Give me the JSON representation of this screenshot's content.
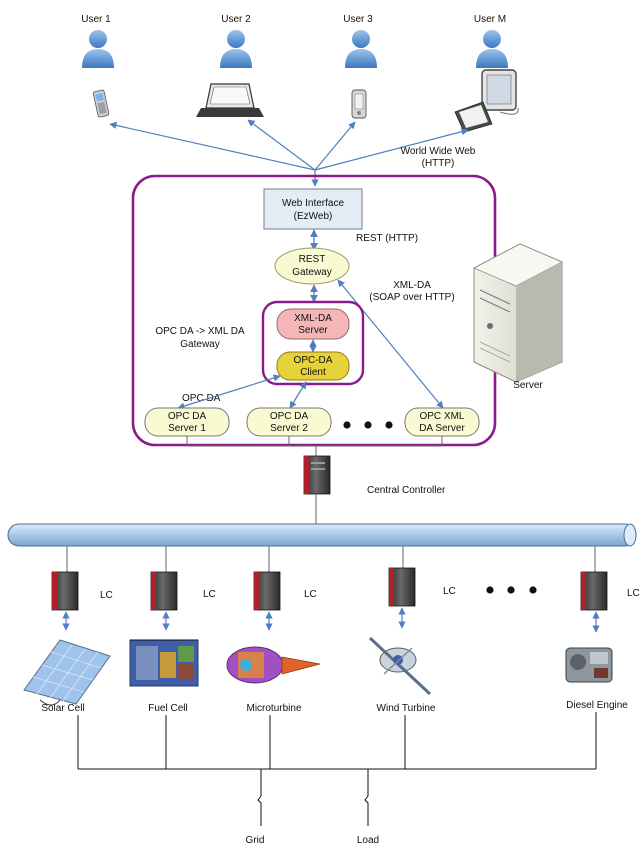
{
  "users": [
    {
      "label": "User 1",
      "device": "mobile-phone-icon"
    },
    {
      "label": "User 2",
      "device": "laptop-icon"
    },
    {
      "label": "User 3",
      "device": "pda-icon"
    },
    {
      "label": "User M",
      "device": "desktop-monitor-icon"
    }
  ],
  "www": {
    "line1": "World Wide Web",
    "line2": "(HTTP)"
  },
  "web_interface": {
    "line1": "Web Interface",
    "line2": "(EzWeb)"
  },
  "rest_http": "REST (HTTP)",
  "rest_gateway": {
    "line1": "REST",
    "line2": "Gateway"
  },
  "xml_da_link": {
    "line1": "XML-DA",
    "line2": "(SOAP over HTTP)"
  },
  "gateway_label": {
    "line1": "OPC DA -> XML DA",
    "line2": "Gateway"
  },
  "xml_da_server": {
    "line1": "XML-DA",
    "line2": "Server"
  },
  "opc_da_client": {
    "line1": "OPC-DA",
    "line2": "Client"
  },
  "opc_da_link": "OPC DA",
  "opc_servers": [
    {
      "line1": "OPC DA",
      "line2": "Server 1"
    },
    {
      "line1": "OPC DA",
      "line2": "Server 2"
    },
    {
      "line1": "OPC XML",
      "line2": "DA Server"
    }
  ],
  "server_label": "Server",
  "central_controller": "Central Controller",
  "local_controllers": [
    "LC",
    "LC",
    "LC",
    "LC",
    "LC"
  ],
  "sources": [
    "Solar Cell",
    "Fuel Cell",
    "Microturbine",
    "Wind Turbine",
    "Diesel Engine"
  ],
  "grid_label": "Grid",
  "load_label": "Load",
  "colors": {
    "frame": "#8b1a8b",
    "arrow": "#4f7fbf",
    "bus": "#b9d3ee",
    "yellow_box": "#fafad2",
    "pink_box": "#f4b6b6",
    "opc_client": "#e8d23a"
  }
}
